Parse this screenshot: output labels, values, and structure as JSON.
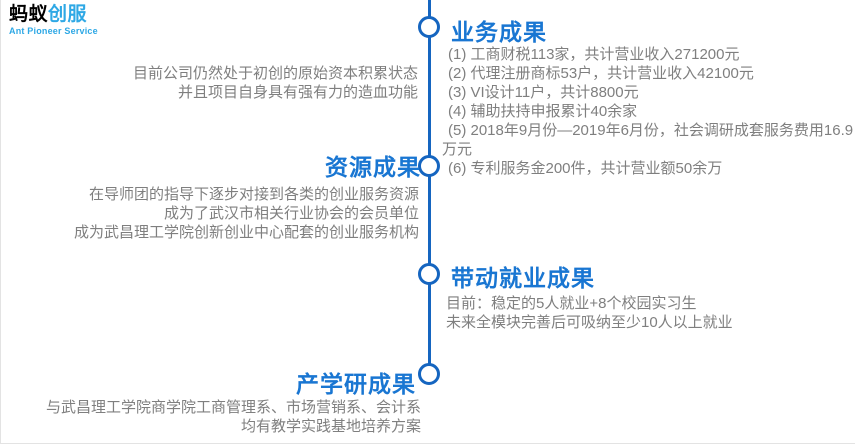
{
  "logo": {
    "brand_red": "蚂蚁",
    "brand_blue": "创服",
    "subtitle": "Ant Pioneer Service"
  },
  "colors": {
    "heading_blue": "#1976d2",
    "timeline_blue": "#1565c0",
    "body_gray": "#7f7f7f",
    "logo_red": "#e8412d",
    "logo_cyan": "#2ea8e5"
  },
  "sections": {
    "business": {
      "title": "业务成果",
      "items": [
        "(1) 工商财税113家，共计营业收入271200元",
        "(2) 代理注册商标53户，共计营业收入42100元",
        "(3) VI设计11户，共计8800元",
        "(4) 辅助扶持申报累计40余家",
        "(5) 2018年9月份—2019年6月份，社会调研成套服务费用16.9万元",
        "(6) 专利服务金200件，共计营业额50余万"
      ]
    },
    "capital": {
      "lines": [
        "目前公司仍然处于初创的原始资本积累状态",
        "并且项目自身具有强有力的造血功能"
      ]
    },
    "resource": {
      "title": "资源成果",
      "lines": [
        "在导师团的指导下逐步对接到各类的创业服务资源",
        "成为了武汉市相关行业协会的会员单位",
        "成为武昌理工学院创新创业中心配套的创业服务机构"
      ]
    },
    "employment": {
      "title": "带动就业成果",
      "lines": [
        "目前：稳定的5人就业+8个校园实习生",
        "未来全模块完善后可吸纳至少10人以上就业"
      ]
    },
    "research": {
      "title": "产学研成果",
      "lines": [
        "与武昌理工学院商学院工商管理系、市场营销系、会计系",
        "均有教学实践基地培养方案"
      ]
    }
  }
}
